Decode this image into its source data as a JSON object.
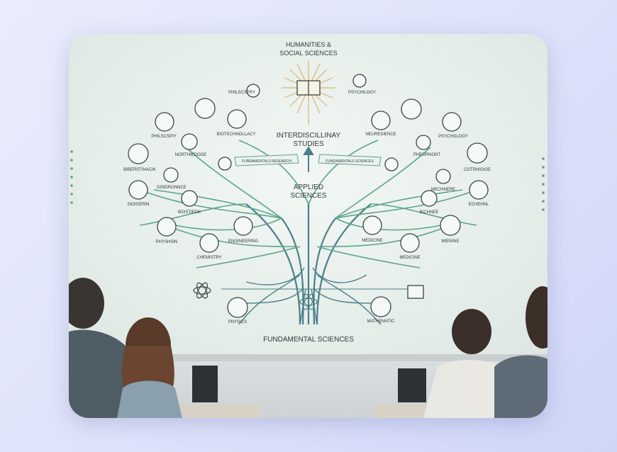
{
  "diagram": {
    "top_heading": [
      "HUMANITIES &",
      "SOCIAL SCIENCES"
    ],
    "middle_heading": [
      "INTERDISCILLINAY",
      "STUDIES"
    ],
    "center_heading": [
      "APPLIED",
      "SCIENCES"
    ],
    "bottom_heading": "FUNDAMENTAL SCIENCES",
    "banner_left": "FUNDAMENTALS RESEARCH",
    "banner_right": "FUNDAMENTALS SCIENCES",
    "top_left_label": "PHILSCSPRY",
    "top_right_label": "PSYCHILOGY",
    "left_labels": [
      "PHILSCSPIY",
      "BIOTECHNOLLACY",
      "NORTHIEDOGE",
      "BIBERSTINACIK",
      "DISEIRONNCE",
      "SIOIGERIN",
      "BIOSTIEDK",
      "ENGINEERING",
      "PHYSHSIN",
      "CHEMISTRY"
    ],
    "right_labels": [
      "NEURESIENCE",
      "PSYCHOLOGY",
      "PHEORNONT",
      "COTRNIGIGE",
      "MECHNERE",
      "ECHEHNL",
      "BICHNEE",
      "MEDICINE",
      "MIENINE",
      "MEDICINE"
    ],
    "root_labels": [
      "PNYSICS",
      "MATHEMATIC"
    ]
  },
  "colors": {
    "branch": "#5ea38b",
    "trunk": "#4a7e8a",
    "sun": "#d9b56a",
    "text": "#2f3a3a"
  }
}
